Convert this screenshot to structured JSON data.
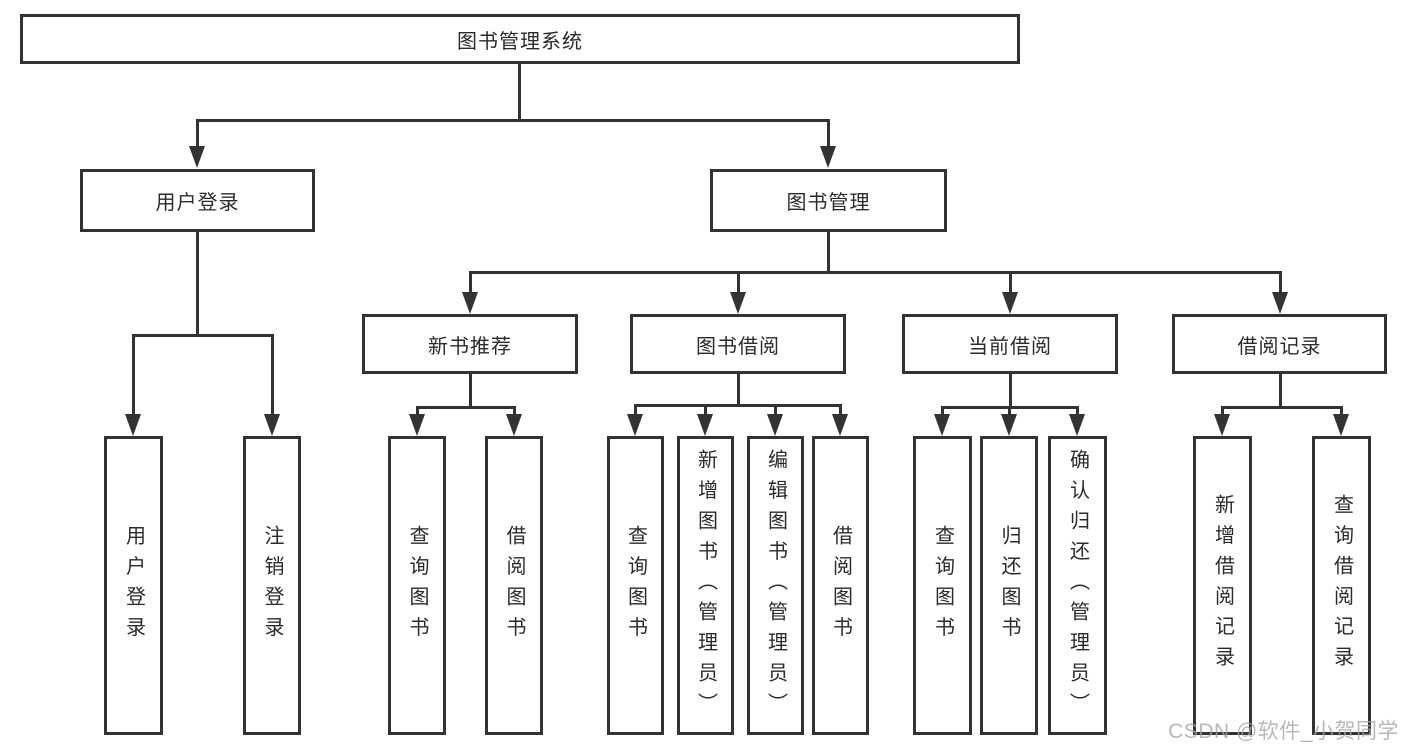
{
  "diagram": {
    "title": "图书管理系统",
    "type": "hierarchy-tree",
    "colors": {
      "line": "#333333",
      "text": "#2b2b2b",
      "background": "#ffffff",
      "watermark": "#a4a4a4"
    },
    "watermark": "CSDN @软件_小贺同学",
    "nodes": {
      "root": {
        "label": "图书管理系统"
      },
      "userLogin": {
        "label": "用户登录"
      },
      "bookMgmt": {
        "label": "图书管理"
      },
      "newBookRec": {
        "label": "新书推荐"
      },
      "bookBorrow": {
        "label": "图书借阅"
      },
      "currentBorrow": {
        "label": "当前借阅"
      },
      "borrowRecords": {
        "label": "借阅记录"
      },
      "ulLogin": {
        "label": "用户登录"
      },
      "ulLogout": {
        "label": "注销登录"
      },
      "nbQuery": {
        "label": "查询图书"
      },
      "nbBorrow": {
        "label": "借阅图书"
      },
      "bbQuery": {
        "label": "查询图书"
      },
      "bbAdd": {
        "label": "新增图书（管理员）"
      },
      "bbEdit": {
        "label": "编辑图书（管理员）"
      },
      "bbBorrow": {
        "label": "借阅图书"
      },
      "cbQuery": {
        "label": "查询图书"
      },
      "cbReturn": {
        "label": "归还图书"
      },
      "cbConfirm": {
        "label": "确认归还（管理员）"
      },
      "brAdd": {
        "label": "新增借阅记录"
      },
      "brQuery": {
        "label": "查询借阅记录"
      }
    },
    "hierarchy": {
      "图书管理系统": {
        "用户登录": [
          "用户登录",
          "注销登录"
        ],
        "图书管理": {
          "新书推荐": [
            "查询图书",
            "借阅图书"
          ],
          "图书借阅": [
            "查询图书",
            "新增图书（管理员）",
            "编辑图书（管理员）",
            "借阅图书"
          ],
          "当前借阅": [
            "查询图书",
            "归还图书",
            "确认归还（管理员）"
          ],
          "借阅记录": [
            "新增借阅记录",
            "查询借阅记录"
          ]
        }
      }
    }
  }
}
